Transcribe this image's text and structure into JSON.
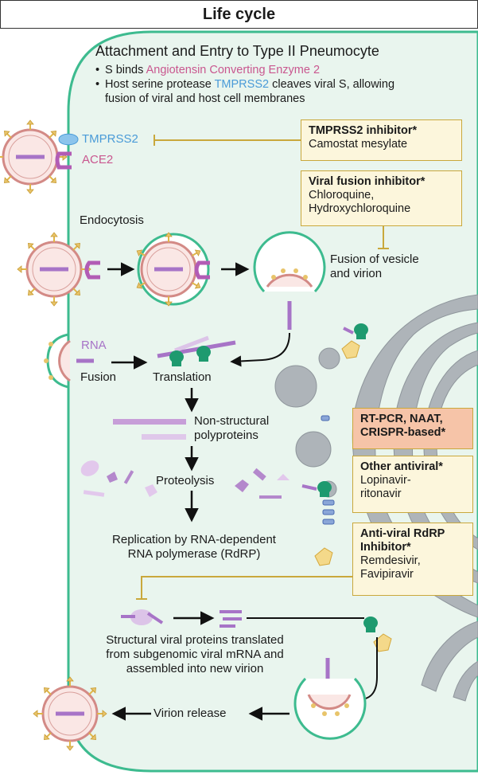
{
  "title": "Life cycle",
  "heading": "Attachment and Entry to Type II Pneumocyte",
  "bullets": {
    "b1_pre": "S binds ",
    "b1_highlight": "Angiotensin Converting Enzyme 2",
    "b2_pre": "Host serine protease ",
    "b2_highlight": "TMPRSS2",
    "b2_post": " cleaves viral S, allowing",
    "b2_line2": "fusion of viral and host cell membranes"
  },
  "receptors": {
    "tmprss2": "TMPRSS2",
    "ace2": "ACE2"
  },
  "boxes": {
    "tmprss2_inhibitor": {
      "title": "TMPRSS2 inhibitor*",
      "drugs": [
        "Camostat mesylate"
      ]
    },
    "fusion_inhibitor": {
      "title": "Viral fusion inhibitor*",
      "drugs": [
        "Chloroquine,",
        "Hydroxychloroquine"
      ]
    },
    "diagnostics": {
      "lines": [
        "RT-PCR, NAAT,",
        "CRISPR-based*"
      ]
    },
    "other_antiviral": {
      "title": "Other antiviral*",
      "drugs": [
        "Lopinavir-",
        "ritonavir"
      ]
    },
    "rdrp_inhibitor": {
      "title_lines": [
        "Anti-viral RdRP",
        "Inhibitor*"
      ],
      "drugs": [
        "Remdesivir,",
        "Favipiravir"
      ]
    }
  },
  "steps": {
    "endocytosis": "Endocytosis",
    "fusion_vesicle": [
      "Fusion of vesicle",
      "and virion"
    ],
    "rna": "RNA",
    "fusion": "Fusion",
    "translation": "Translation",
    "nonstructural": [
      "Non-structural",
      "polyproteins"
    ],
    "proteolysis": "Proteolysis",
    "replication": [
      "Replication by RNA-dependent",
      "RNA polymerase (RdRP)"
    ],
    "structural": [
      "Structural viral proteins translated",
      "from subgenomic viral mRNA and",
      "assembled into new virion"
    ],
    "release": "Virion release"
  },
  "colors": {
    "membrane": "#3dbb8f",
    "cell_fill": "#e9f5ee",
    "virion_fill": "#fae7e5",
    "virion_ring": "#d38a86",
    "spike": "#e8c46a",
    "rna": "#a774c7",
    "ace2": "#b25cb5",
    "tmprss2": "#8cc4ec",
    "ribosome": "#1e9a6f",
    "golgi": "#aeb4b9",
    "inhibitor_line": "#c9a83c"
  }
}
